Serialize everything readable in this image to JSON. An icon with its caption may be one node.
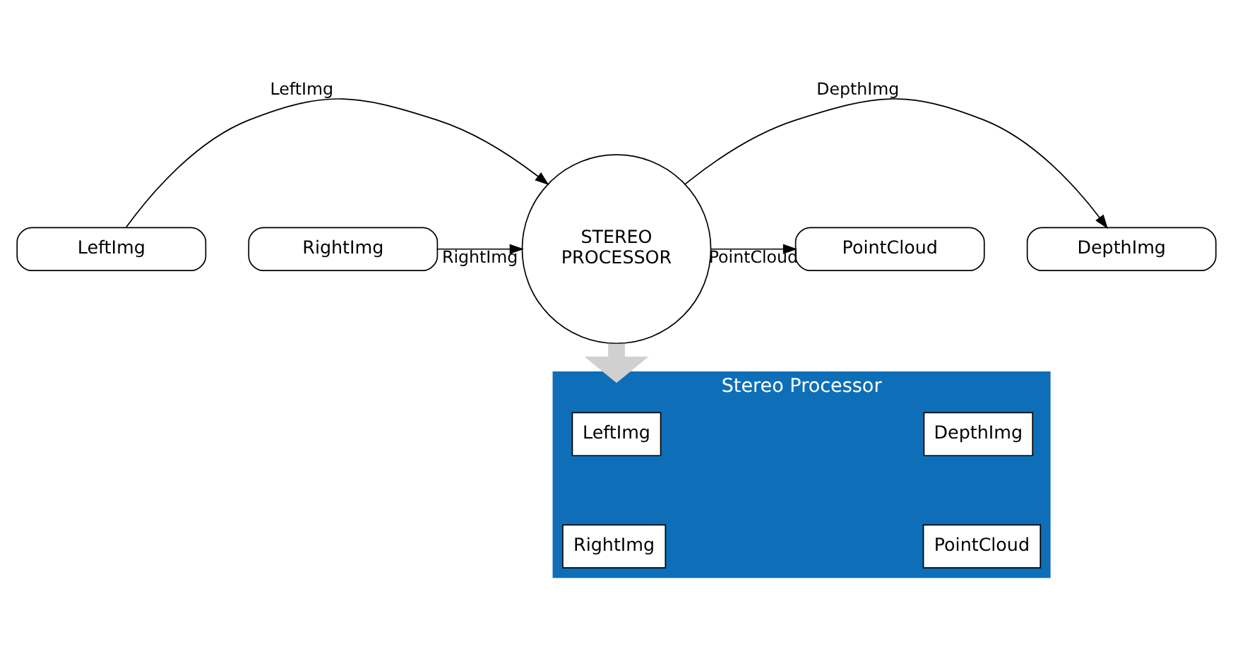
{
  "diagram": {
    "nodes": [
      {
        "text": [
          "LeftImg"
        ]
      },
      {
        "text": [
          "RightImg"
        ]
      },
      {
        "text": [
          "STEREO PROCESSOR"
        ]
      },
      {
        "text": [
          "DepthImg"
        ]
      },
      {
        "text": [
          "PointCloud"
        ]
      },
      {
        "text": [
          "Stereo Processor"
        ]
      },
      {
        "text": [
          "LeftImg"
        ],
        "in": 5
      },
      {
        "text": [
          "RightImg"
        ],
        "in": 5
      },
      {
        "text": [
          "DepthImg"
        ],
        "in": 5
      },
      {
        "text": [
          "PointCloud"
        ],
        "in": 5
      }
    ],
    "edges": [
      {
        "from": 0,
        "to": 2,
        "arrow": "to",
        "label": "LeftImg"
      },
      {
        "from": 1,
        "to": 2,
        "arrow": "to",
        "label": "RightImg"
      },
      {
        "from": 2,
        "to": 3,
        "arrow": "to",
        "label": "DepthImg"
      },
      {
        "from": 2,
        "to": 4,
        "arrow": "to",
        "label": "PointCloud"
      },
      {
        "from": 2,
        "to": 5,
        "arrow": "to",
        "style": "thick",
        "color": "#d0d0d0"
      }
    ]
  }
}
